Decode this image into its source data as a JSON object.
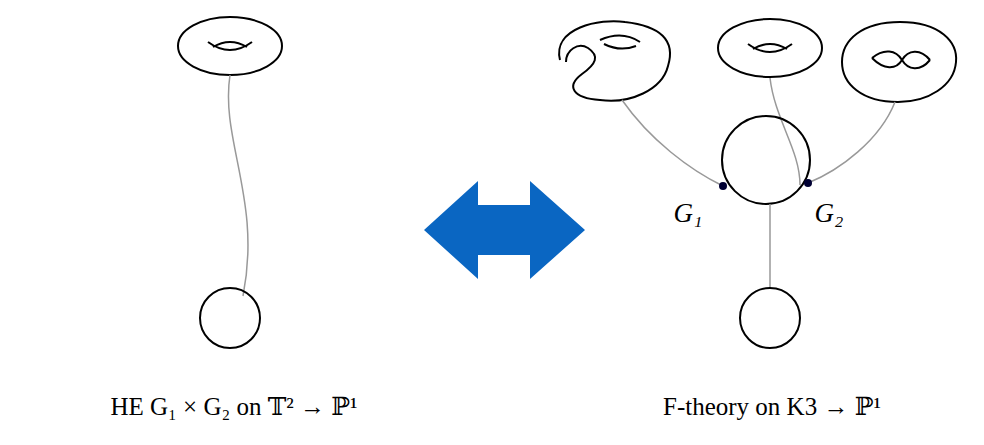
{
  "diagram": {
    "labels": [
      "G₁",
      "G₂",
      "HE G₁ × G₂ on 𝕋² → ℙ¹",
      "F-theory on K3 → ℙ¹"
    ]
  }
}
